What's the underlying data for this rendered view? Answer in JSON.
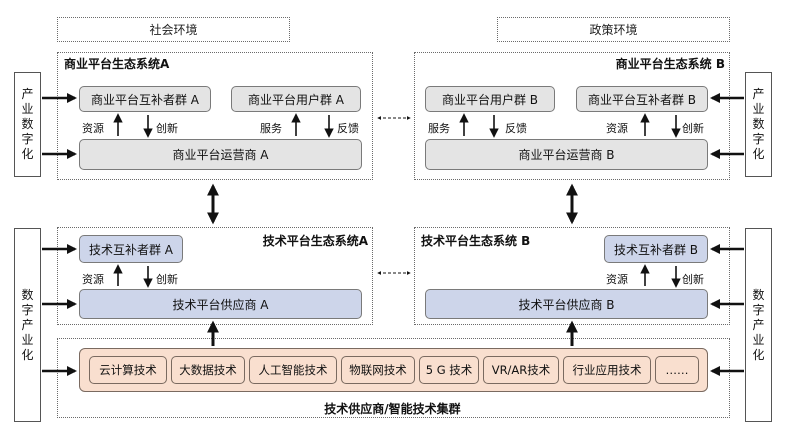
{
  "env": {
    "social": "社会环境",
    "policy": "政策环境"
  },
  "biz_a": {
    "title": "商业平台生态系统A",
    "complementors": "商业平台互补者群 A",
    "users": "商业平台用户群 A",
    "operator": "商业平台运营商 A",
    "resource": "资源",
    "innovation": "创新",
    "service": "服务",
    "feedback": "反馈"
  },
  "biz_b": {
    "title": "商业平台生态系统 B",
    "users": "商业平台用户群 B",
    "complementors": "商业平台互补者群 B",
    "operator": "商业平台运营商 B",
    "service": "服务",
    "feedback": "反馈",
    "resource": "资源",
    "innovation": "创新"
  },
  "tech_a": {
    "title": "技术平台生态系统A",
    "complementors": "技术互补者群 A",
    "supplier": "技术平台供应商 A",
    "resource": "资源",
    "innovation": "创新"
  },
  "tech_b": {
    "title": "技术平台生态系统 B",
    "complementors": "技术互补者群 B",
    "supplier": "技术平台供应商 B",
    "resource": "资源",
    "innovation": "创新"
  },
  "side": {
    "industry_digitization": [
      "产",
      "业",
      "数",
      "字",
      "化"
    ],
    "digital_industrialization": [
      "数",
      "字",
      "产",
      "业",
      "化"
    ]
  },
  "cluster": {
    "title": "技术供应商/智能技术集群",
    "items": [
      "云计算技术",
      "大数据技术",
      "人工智能技术",
      "物联网技术",
      "5 G 技术",
      "VR/AR技术",
      "行业应用技术",
      "……"
    ]
  }
}
